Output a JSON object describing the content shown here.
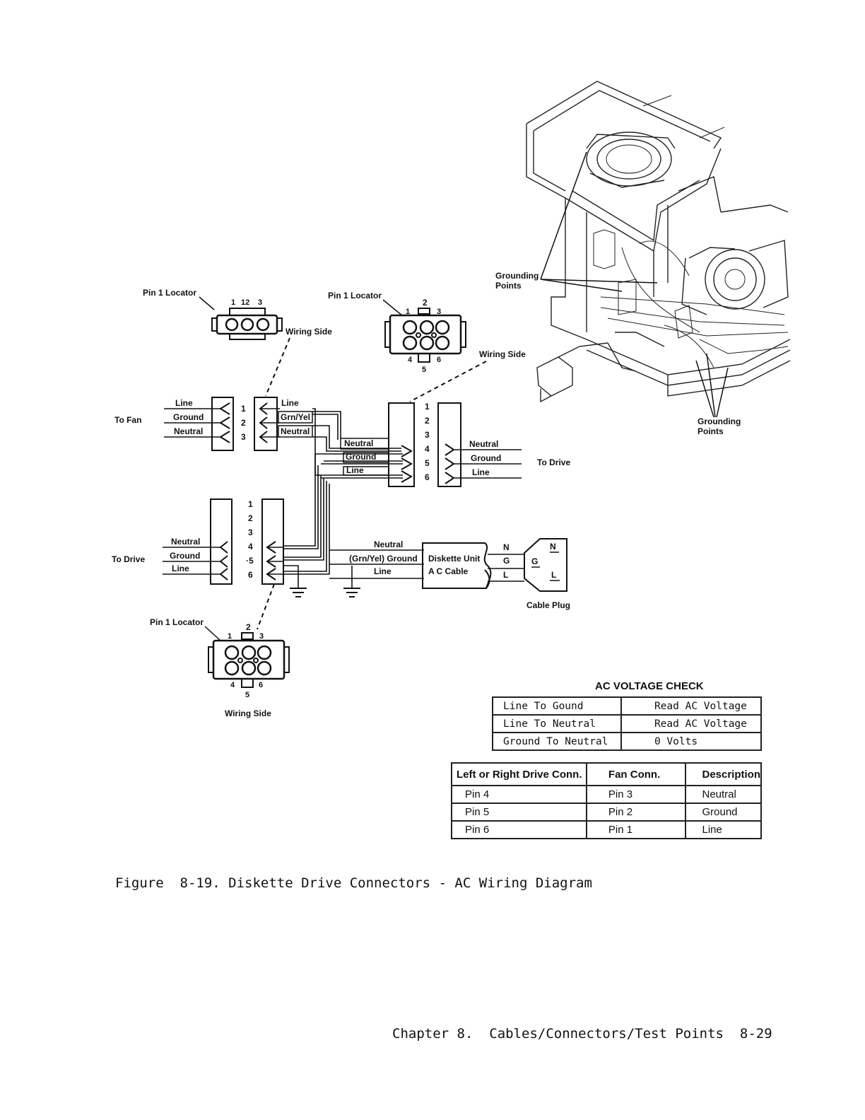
{
  "pin1_locator": "Pin 1 Locator",
  "wiring_side": "Wiring Side",
  "grounding_points": [
    "Grounding",
    "Points"
  ],
  "to_fan": "To Fan",
  "to_drive": "To Drive",
  "wire_line": "Line",
  "wire_ground": "Ground",
  "wire_neutral": "Neutral",
  "wire_grn_yel": "Grn/Yel",
  "wire_grn_yel_ground": "(Grn/Yel) Ground",
  "diskette_cable": [
    "Diskette Unit",
    "A C Cable"
  ],
  "cable_plug": "Cable Plug",
  "plug_letters": [
    "N",
    "G",
    "L"
  ],
  "fan_pin_numbers": [
    "1",
    "12",
    "3"
  ],
  "fan_pins": [
    "1",
    "2",
    "3"
  ],
  "drive_pins_upper": [
    "1",
    "2",
    "3",
    "4",
    "5",
    "6"
  ],
  "drive_pins_lower": [
    "1",
    "2",
    "3",
    "4",
    "·5",
    "6"
  ],
  "connector_pins": [
    "1",
    "2",
    "3",
    "4",
    "5",
    "6"
  ],
  "ac_voltage_check": {
    "title": "AC VOLTAGE CHECK",
    "rows": [
      [
        "Line To Gound",
        "Read AC Voltage"
      ],
      [
        "Line To Neutral",
        "Read AC Voltage"
      ],
      [
        "Ground To Neutral",
        "0 Volts"
      ]
    ]
  },
  "pin_table": {
    "headers": [
      "Left or Right Drive Conn.",
      "Fan Conn.",
      "Description"
    ],
    "rows": [
      [
        "Pin 4",
        "Pin 3",
        "Neutral"
      ],
      [
        "Pin 5",
        "Pin 2",
        "Ground"
      ],
      [
        "Pin 6",
        "Pin 1",
        "Line"
      ]
    ]
  },
  "caption": "Figure  8-19. Diskette Drive Connectors - AC Wiring Diagram",
  "footer": "Chapter 8.  Cables/Connectors/Test Points  8-29"
}
